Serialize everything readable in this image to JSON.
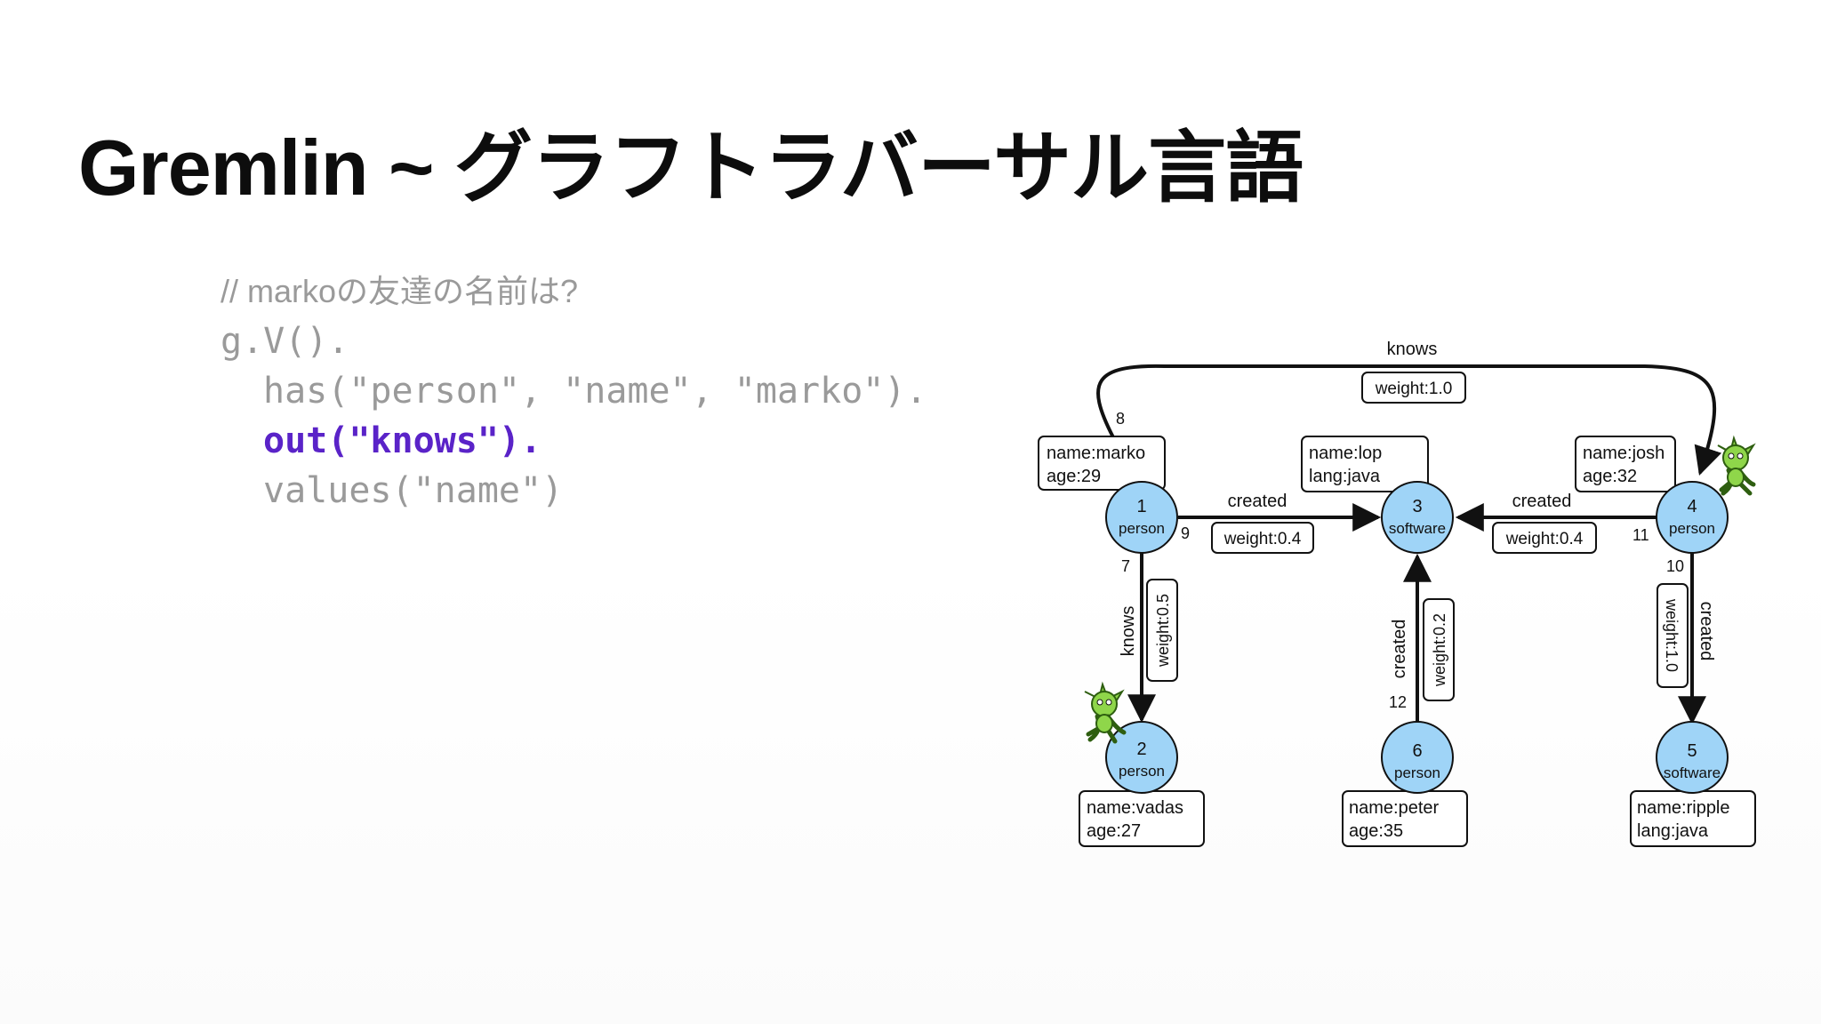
{
  "title": "Gremlin ~ グラフトラバーサル言語",
  "code": {
    "comment": "// markoの友達の名前は?",
    "line1": "g.V().",
    "line2": "has(\"person\", \"name\", \"marko\").",
    "line3": "out(\"knows\").",
    "line4": "values(\"name\")"
  },
  "graph": {
    "nodes": [
      {
        "id": "1",
        "type": "person",
        "props": [
          "name:marko",
          "age:29"
        ]
      },
      {
        "id": "2",
        "type": "person",
        "props": [
          "name:vadas",
          "age:27"
        ]
      },
      {
        "id": "3",
        "type": "software",
        "props": [
          "name:lop",
          "lang:java"
        ]
      },
      {
        "id": "4",
        "type": "person",
        "props": [
          "name:josh",
          "age:32"
        ]
      },
      {
        "id": "5",
        "type": "software",
        "props": [
          "name:ripple",
          "lang:java"
        ]
      },
      {
        "id": "6",
        "type": "person",
        "props": [
          "name:peter",
          "age:35"
        ]
      }
    ],
    "edges": [
      {
        "id": "7",
        "label": "knows",
        "weight": "weight:0.5"
      },
      {
        "id": "8",
        "label": "knows",
        "weight": "weight:1.0"
      },
      {
        "id": "9",
        "label": "created",
        "weight": "weight:0.4"
      },
      {
        "id": "10",
        "label": "created",
        "weight": "weight:1.0"
      },
      {
        "id": "11",
        "label": "created",
        "weight": "weight:0.4"
      },
      {
        "id": "12",
        "label": "created",
        "weight": "weight:0.2"
      }
    ]
  },
  "colors": {
    "node_fill": "#9fd4f7",
    "highlight_code": "#5a23c8",
    "gremlin_green": "#8fd64a"
  }
}
